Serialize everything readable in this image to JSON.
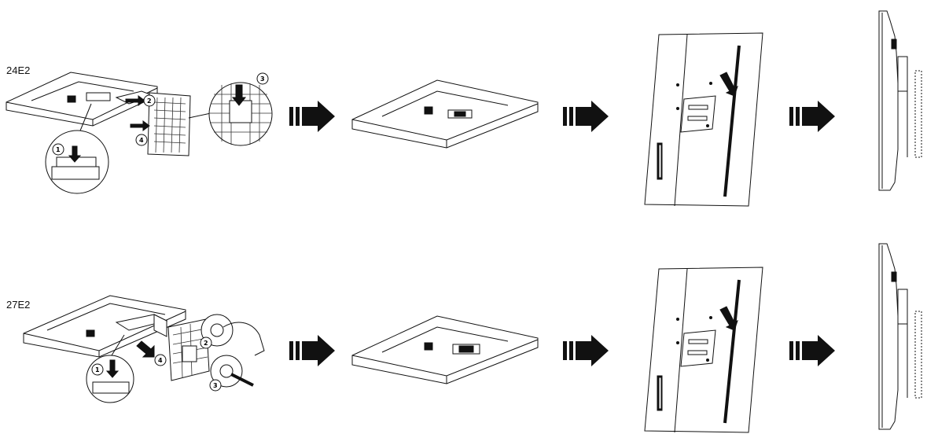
{
  "rows": [
    {
      "model": "24E2",
      "callouts": [
        "2",
        "3",
        "4",
        "1"
      ]
    },
    {
      "model": "27E2",
      "callouts": [
        "2",
        "3",
        "4",
        "1"
      ]
    }
  ],
  "icons": {
    "step_arrow": "double-bar-right-arrow",
    "circle_number": "circled-digit"
  }
}
